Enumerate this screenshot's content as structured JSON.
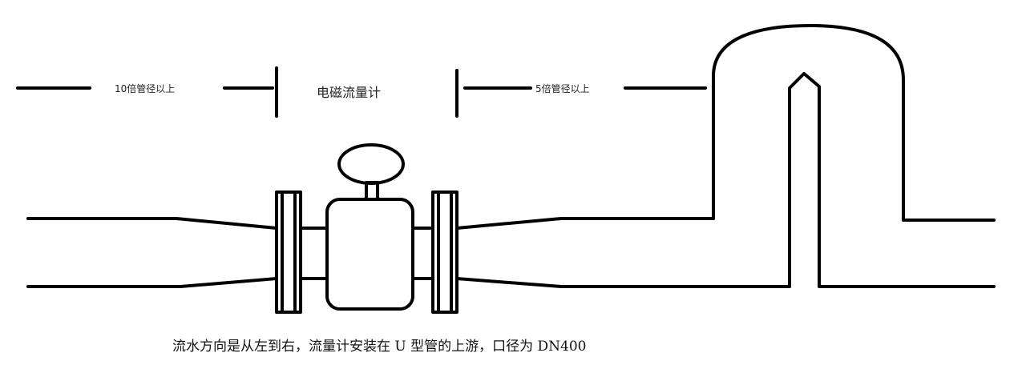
{
  "labels": {
    "upstream": "10倍管径以上",
    "meter": "电磁流量计",
    "downstream": "5倍管径以上"
  },
  "caption": "流水方向是从左到右，流量计安装在 U 型管的上游，口径为 DN400"
}
